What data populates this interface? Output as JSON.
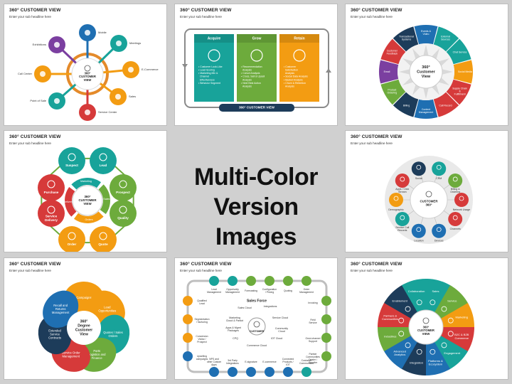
{
  "center_text": {
    "line1": "Multi-Color",
    "line2": "Version Images"
  },
  "slide_title": "360° CUSTOMER VIEW",
  "slide_subtitle": "Enter your sub headline here",
  "s1": {
    "center": [
      "360°",
      "CUSTOMER",
      "VIEW"
    ],
    "items": [
      "Mobile",
      "Meetings",
      "E-Commerce",
      "Sales",
      "Service Center",
      "Point of Sale",
      "Call Center",
      "Exhibitions"
    ]
  },
  "s2": {
    "columns": [
      "Acquire",
      "Grow",
      "Retain"
    ],
    "acquire_items": [
      "Customer Look-Like",
      "Lead Scoring",
      "Marketing Mix & Channel Effectiveness",
      "Behavior Segment"
    ],
    "grow_items": [
      "Recommendation Analysis",
      "Cohort Analysis",
      "Cross, Sell & Upsell Analysis",
      "Next Best Action Analysis"
    ],
    "retain_items": [
      "Customer Satisfaction Analysis",
      "Social Data Analysis",
      "Basket Analysis",
      "Churn & Retention Analysis"
    ],
    "footer": "360° CUSTOMER VIEW"
  },
  "s3": {
    "center": [
      "360°",
      "Customer",
      "View"
    ],
    "segments": [
      "Events & Video",
      "External Sources",
      "Chat Service",
      "Social Media",
      "Supply Chain & Fulfillment",
      "Call Record",
      "Content Management",
      "Billing",
      "Product Ordering",
      "Email",
      "Customer Feedback",
      "Transactional Systems"
    ]
  },
  "s4": {
    "center": [
      "360°",
      "CUSTOMER",
      "VIEW"
    ],
    "items": [
      "Suspect",
      "Lead",
      "Prospect",
      "Quality",
      "Quote",
      "Order",
      "Service Delivery",
      "Purchase"
    ],
    "arrows": [
      "Marketing",
      "Sales",
      "Orders",
      "Delivery"
    ]
  },
  "s5": {
    "center": [
      "CUSTOMER",
      "360°"
    ],
    "items": [
      "CRM",
      "Billing & Ordering",
      "Network Usage",
      "Channels",
      "Devices",
      "Location",
      "Service Call Records",
      "Demographic",
      "Apps / Click Stream",
      "Social"
    ]
  },
  "s6": {
    "center": [
      "360°",
      "Degree",
      "Customer",
      "View"
    ],
    "items": [
      "Campaigns",
      "Lead Opportunities",
      "Quotes / Sales Orders",
      "Parts Logistics and Finance",
      "Service Order Management",
      "Extended Service Contracts",
      "Recall and Returns Management"
    ]
  },
  "s7": {
    "top_items": [
      "Lead Management",
      "Opportunity Management",
      "Forecasting",
      "Configuration / Pricing",
      "Quoting",
      "Order Management"
    ],
    "right_items": [
      "Invoicing",
      "Field Service",
      "Omni-channel Support",
      "Partner Communities Dealer / Supplier"
    ],
    "bottom_items": [
      "Customer Communities",
      "Connected Products / IOT",
      "E-commerce",
      "E-signature",
      "3rd Party Integrations",
      "NPS and other Custom Apps"
    ],
    "left_items": [
      "Upselling campaigns",
      "Conversion Visitor / Prospect",
      "Segmentation / Nurturing",
      "Qualified Lead"
    ],
    "center_title": "Sales Force",
    "center_items": [
      "Sales Cloud",
      "Integrations",
      "Marketing Cloud & Pardot",
      "Service Cloud",
      "Apps & Mgmt Packages",
      "Community Cloud",
      "CPQ",
      "IOT Cloud",
      "Commerce Cloud"
    ],
    "center_label": "CUSTOMER"
  },
  "s8": {
    "center": [
      "360°",
      "CUSTOMER",
      "VIEW"
    ],
    "items": [
      "Sales",
      "Service",
      "Marketing",
      "B2C & B2B Commerce",
      "Engagement",
      "Platforms & Ecosystem",
      "Integration",
      "Advanced Analytics",
      "Industries",
      "Partners & Communities",
      "Enablement",
      "Collaboration"
    ]
  },
  "colors": {
    "blue": "#1f6fb2",
    "teal": "#18a39a",
    "green": "#6dab3c",
    "orange": "#f39c12",
    "red": "#d63a3a",
    "navy": "#1d3c5a",
    "purple": "#7b3fa0",
    "grey": "#5b6770"
  }
}
